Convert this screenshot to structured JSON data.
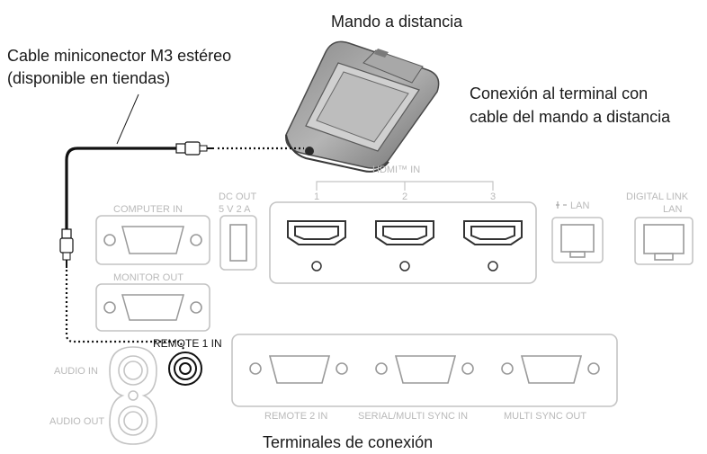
{
  "labels": {
    "remote_control": "Mando a distancia",
    "cable_line1": "Cable miniconector M3 estéreo",
    "cable_line2": "(disponible en tiendas)",
    "connection_line1": "Conexión al terminal con",
    "connection_line2": "cable del mando a distancia",
    "terminals_title": "Terminales de conexión"
  },
  "ports": {
    "hdmi_in": "HDMI™ IN",
    "hdmi_numbers": [
      "1",
      "2",
      "3"
    ],
    "dc_out_line1": "DC OUT",
    "dc_out_line2": "5 V  2 A",
    "lan": "LAN",
    "digital_link_line1": "DIGITAL LINK",
    "digital_link_line2": "LAN",
    "computer_in": "COMPUTER IN",
    "monitor_out": "MONITOR OUT",
    "remote1_in": "REMOTE 1 IN",
    "audio_in": "AUDIO IN",
    "audio_out": "AUDIO OUT",
    "remote2_in": "REMOTE 2 IN",
    "serial_multi_sync_in": "SERIAL/MULTI SYNC IN",
    "multi_sync_out": "MULTI SYNC OUT"
  },
  "colors": {
    "text_dark": "#1a1a1a",
    "panel_gray": "#c4c4c4",
    "port_gray": "#9a9a9a",
    "cable_black": "#000000"
  }
}
